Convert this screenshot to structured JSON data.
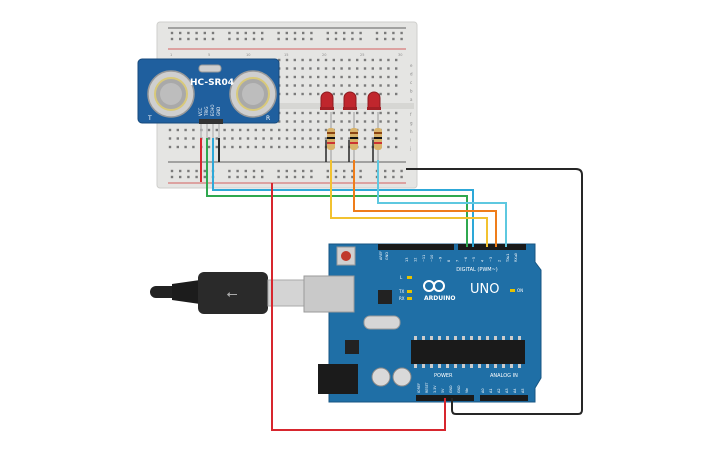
{
  "circuit": {
    "sensor": {
      "model": "HC-SR04",
      "left_mark": "T",
      "right_mark": "R",
      "pins": [
        "VCC",
        "TRIG",
        "ECHO",
        "GND"
      ]
    },
    "board": {
      "model": "UNO",
      "brand": "ARDUINO",
      "digital_label": "DIGITAL (PWM~)",
      "power_label": "POWER",
      "analog_label": "ANALOG IN",
      "on_label": "ON",
      "l_label": "L",
      "tx_label": "TX",
      "rx_label": "RX",
      "aref_label": "AREF",
      "gnd_label": "GND"
    },
    "header_digital": [
      "13",
      "12",
      "~11",
      "~10",
      "~9",
      "8",
      "7",
      "~6",
      "~5",
      "4",
      "~3",
      "2",
      "TX▸1",
      "RX◂0"
    ],
    "header_power": [
      "IOREF",
      "RESET",
      "3.3V",
      "5V",
      "GND",
      "GND",
      "Vin"
    ],
    "header_analog": [
      "A0",
      "A1",
      "A2",
      "A3",
      "A4",
      "A5"
    ],
    "breadboard": {
      "row_letters_top": [
        "a",
        "b",
        "c",
        "d",
        "e"
      ],
      "row_letters_bottom": [
        "f",
        "g",
        "h",
        "i",
        "j"
      ],
      "column_numbers": [
        "1",
        "5",
        "10",
        "15",
        "20",
        "25",
        "30"
      ]
    },
    "leds": {
      "count": 3,
      "color": "#c0262d"
    },
    "resistors": {
      "count": 3
    },
    "wire_colors": {
      "red": "#d7262e",
      "black": "#262626",
      "green": "#2fa84f",
      "blue": "#2da8d8",
      "yellow": "#f2c230",
      "orange": "#ef7d1a",
      "light_blue": "#5ec8e0"
    },
    "board_color": "#1f6fa6"
  }
}
